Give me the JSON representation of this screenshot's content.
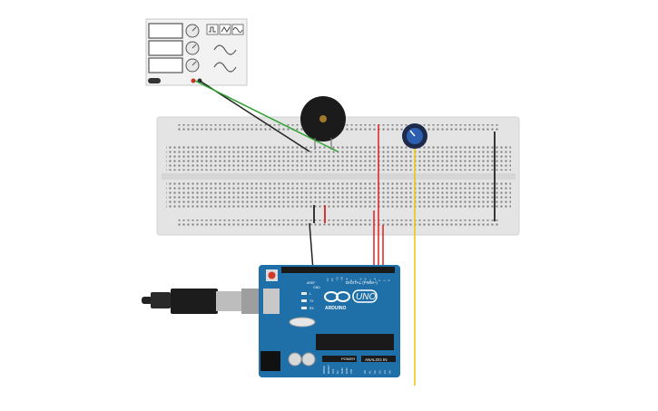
{
  "circuit": {
    "board_brand": "ARDUINO",
    "board_model": "UNO",
    "digital_label": "DIGITAL (PWM~)",
    "analog_label": "ANALOG IN",
    "power_label": "POWER",
    "aref_label": "AREF",
    "gnd_label": "GND",
    "tx_label": "TX",
    "rx_label": "RX",
    "l_label": "L",
    "digital_pins": [
      "13",
      "12",
      "~11",
      "~10",
      "~9",
      "8",
      "7",
      "~6",
      "~5",
      "4",
      "~3",
      "2",
      "1",
      "0"
    ],
    "analog_pins": [
      "A0",
      "A1",
      "A2",
      "A3",
      "A4",
      "A5"
    ],
    "power_pins": [
      "IOREF",
      "RESET",
      "3V3",
      "5V",
      "GND",
      "GND",
      "VIN"
    ],
    "wire_colors": {
      "red": "#e02020",
      "black": "#222222",
      "green": "#2aa52a",
      "yellow": "#f2c400"
    },
    "board_color": "#1f6fa8"
  }
}
